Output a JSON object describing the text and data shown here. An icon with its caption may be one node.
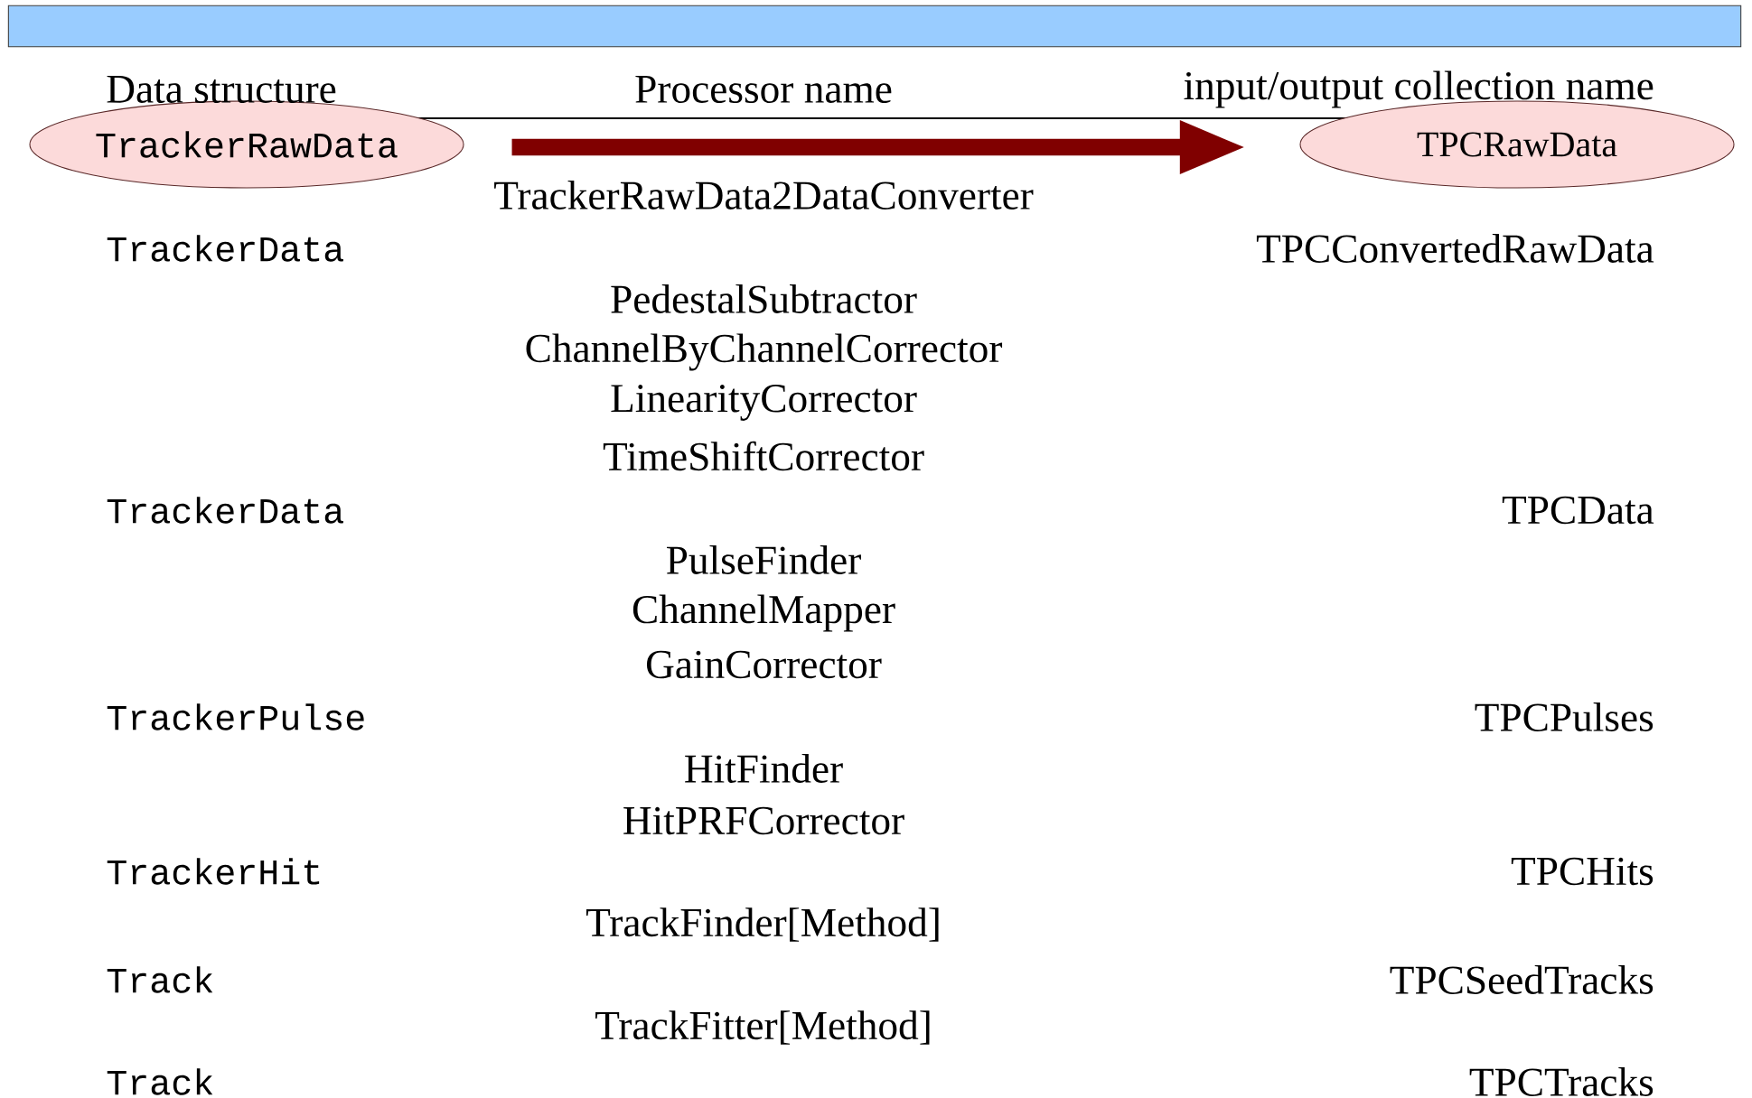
{
  "diagram": {
    "nodes": [
      {
        "text": [
          "TrackerRawData"
        ]
      },
      {
        "text": [
          "TPCRawData"
        ]
      },
      {
        "text": [],
        "shape": "bar"
      }
    ],
    "edges": [
      {
        "from": 0,
        "to": 1,
        "arrow": "to",
        "color": "#800000"
      }
    ],
    "labels": [
      "Data structure",
      "Processor name",
      "input/output collection name",
      "TrackerRawData2DataConverter",
      "TrackerData",
      "TPCConvertedRawData",
      "PedestalSubtractor",
      "ChannelByChannelCorrector",
      "LinearityCorrector",
      "TimeShiftCorrector",
      "TrackerData",
      "TPCData",
      "PulseFinder",
      "ChannelMapper",
      "GainCorrector",
      "TrackerPulse",
      "TPCPulses",
      "HitFinder",
      "HitPRFCorrector",
      "TrackerHit",
      "TPCHits",
      "TrackFinder[Method]",
      "Track",
      "TPCSeedTracks",
      "TrackFitter[Method]",
      "Track",
      "TPCTracks"
    ]
  }
}
